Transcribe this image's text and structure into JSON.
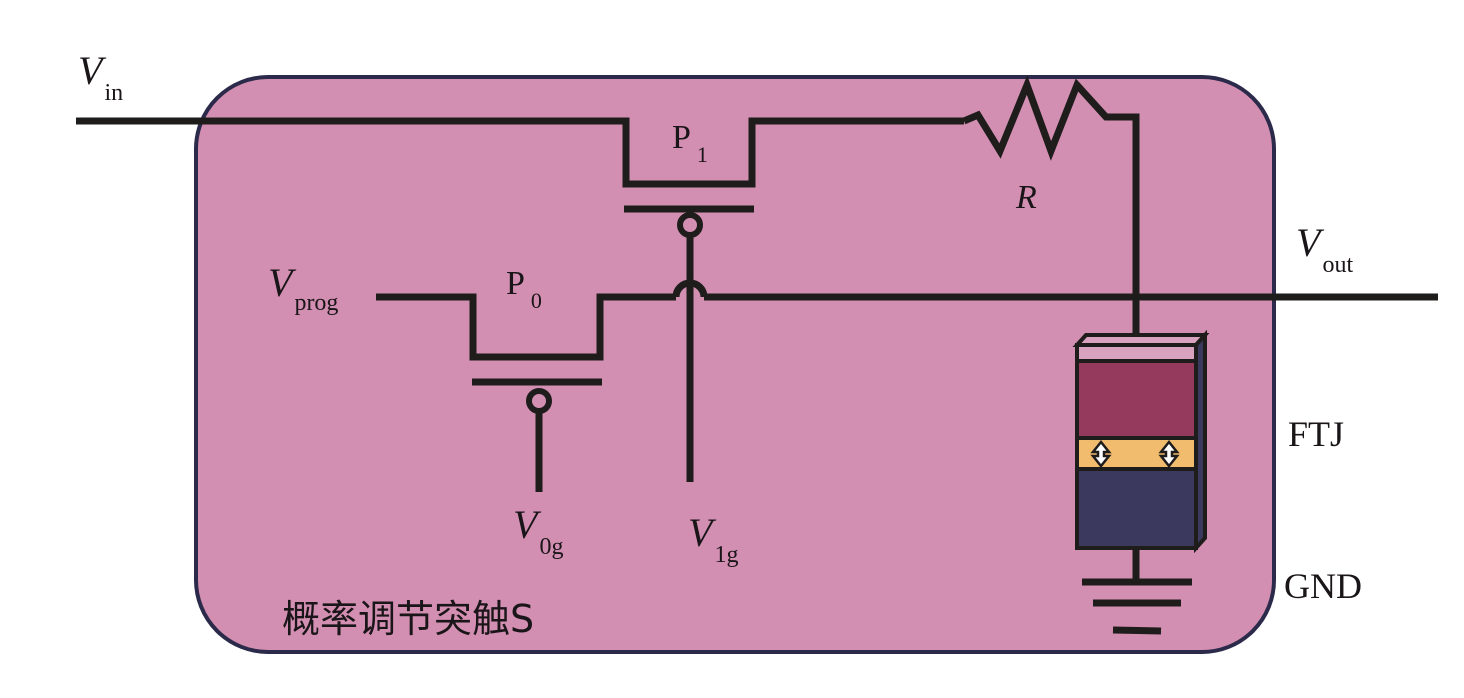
{
  "diagram": {
    "container_label": "概率调节突触S",
    "colors": {
      "container_fill": "#d38fb1",
      "container_stroke": "#2c2a4a",
      "wire": "#1f1c1c",
      "ftj_top_face": "#d9a3c0",
      "ftj_top_electrode": "#953a5d",
      "ftj_barrier": "#f1bc6e",
      "ftj_bottom_electrode": "#3b3a5e"
    },
    "terminals": {
      "vin": {
        "main": "V",
        "sub": "in"
      },
      "vout": {
        "main": "V",
        "sub": "out"
      },
      "vprog": {
        "main": "V",
        "sub": "prog"
      },
      "v0g": {
        "main": "V",
        "sub": "0g"
      },
      "v1g": {
        "main": "V",
        "sub": "1g"
      }
    },
    "transistors": [
      {
        "id": "p1",
        "main": "P",
        "sub": "1",
        "type": "PMOS"
      },
      {
        "id": "p0",
        "main": "P",
        "sub": "0",
        "type": "PMOS"
      }
    ],
    "resistor": {
      "label": "R"
    },
    "ftj": {
      "label": "FTJ",
      "arrow_icon": "bidirectional-arrow-icon"
    },
    "ground": {
      "label": "GND"
    }
  }
}
